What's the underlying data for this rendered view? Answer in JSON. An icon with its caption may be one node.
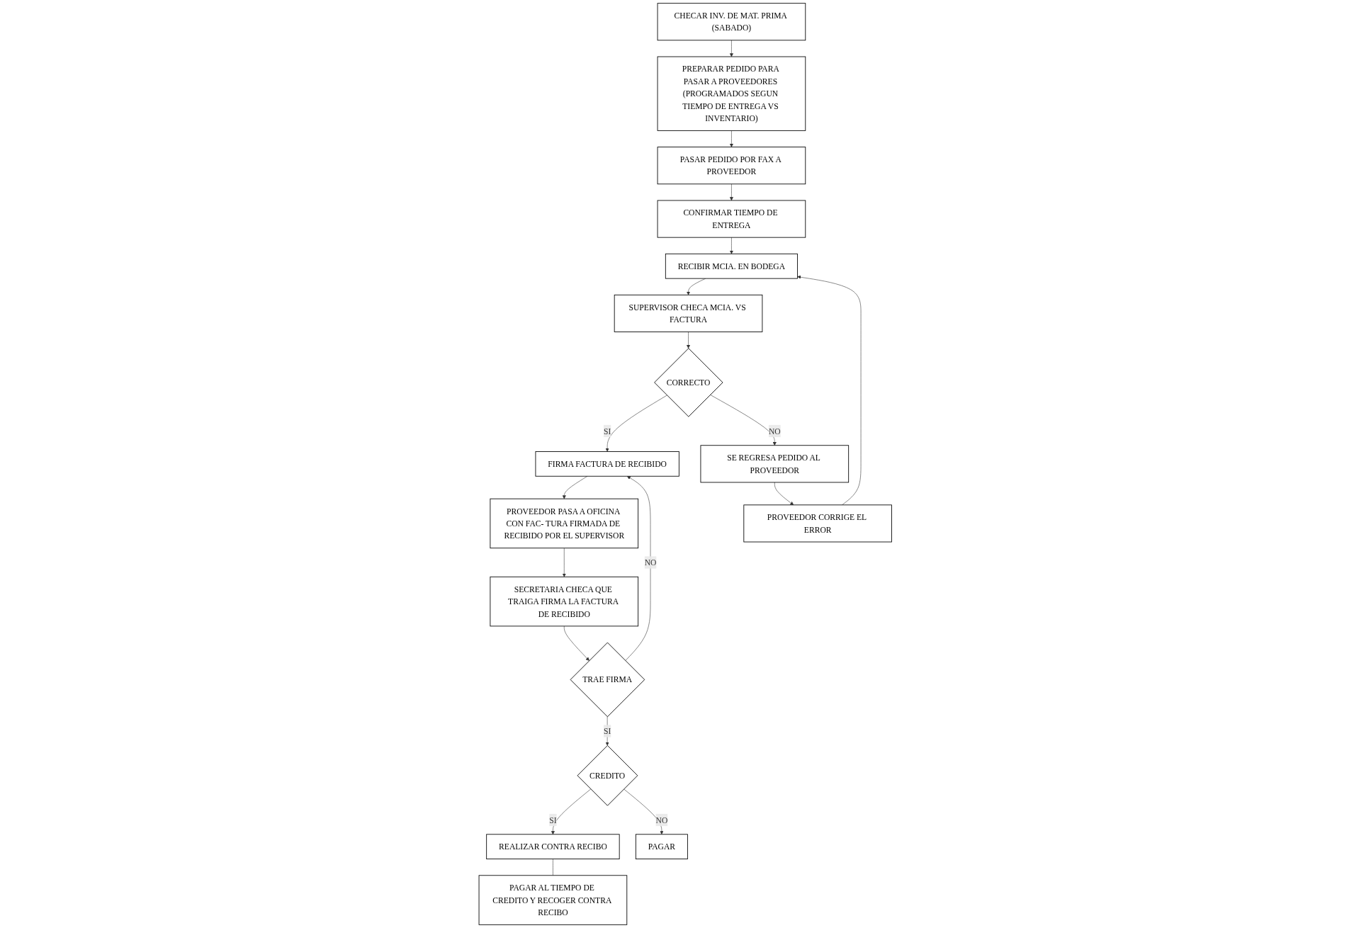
{
  "diagram": {
    "nodes": [
      {
        "text": [
          "CHECAR INV. DE MAT. PRIMA (SABADO)"
        ]
      },
      {
        "text": [
          "PREPARAR PEDIDO PARA PASAR A PROVEEDORES (PROGRAMADOS SEGUN TIEMPO DE ENTREGA VS INVENTARIO)"
        ]
      },
      {
        "text": [
          "PASAR PEDIDO POR FAX A PROVEEDOR"
        ]
      },
      {
        "text": [
          "CONFIRMAR TIEMPO DE ENTREGA"
        ]
      },
      {
        "text": [
          "PROVEEDOR PASA A OFICINA CON FAC- TURA FIRMADA DE RECIBIDO POR EL SUPERVISOR"
        ]
      },
      {
        "text": [
          "FIRMA FACTURA DE RECIBIDO"
        ]
      },
      {
        "text": [
          "CORRECTO"
        ]
      },
      {
        "text": [
          "SUPERVISOR CHECA MCIA. VS FACTURA"
        ]
      },
      {
        "text": [
          "RECIBIR MCIA. EN BODEGA"
        ]
      },
      {
        "text": [
          "SECRETARIA CHECA QUE TRAIGA FIRMA LA FACTURA DE RECIBIDO"
        ]
      },
      {
        "text": [
          "SE REGRESA PEDIDO AL PROVEEDOR"
        ]
      },
      {
        "text": [
          "PROVEEDOR CORRIGE EL ERROR"
        ]
      },
      {
        "text": [
          "TRAE FIRMA"
        ]
      },
      {
        "text": [
          "REALIZAR CONTRA RECIBO"
        ]
      },
      {
        "text": [
          "CREDITO"
        ]
      },
      {
        "text": [
          "PAGAR AL TIEMPO DE CREDITO Y RECOGER CONTRA RECIBO"
        ]
      },
      {
        "text": [
          "PAGAR"
        ]
      }
    ],
    "edges": [
      {
        "from": 0,
        "to": 1,
        "arrow": "to"
      },
      {
        "from": 1,
        "to": 2,
        "arrow": "to"
      },
      {
        "from": 2,
        "to": 3,
        "arrow": "to"
      },
      {
        "from": 3,
        "to": 8,
        "arrow": "to"
      },
      {
        "from": 8,
        "to": 7,
        "arrow": "to"
      },
      {
        "from": 7,
        "to": 6,
        "arrow": "to"
      },
      {
        "from": 6,
        "to": 5,
        "arrow": "to",
        "label": "SI"
      },
      {
        "from": 5,
        "to": 4,
        "arrow": "to"
      },
      {
        "from": 4,
        "to": 9,
        "arrow": "to"
      },
      {
        "from": 9,
        "to": 12,
        "arrow": "to"
      },
      {
        "from": 12,
        "to": 5,
        "arrow": "to",
        "label": "NO"
      },
      {
        "from": 6,
        "to": 10,
        "arrow": "to",
        "label": "NO"
      },
      {
        "from": 10,
        "to": 11,
        "arrow": "to"
      },
      {
        "from": 11,
        "to": 8,
        "arrow": "to"
      },
      {
        "from": 12,
        "to": 14,
        "arrow": "to",
        "label": "SI"
      },
      {
        "from": 14,
        "to": 13,
        "arrow": "to",
        "label": "SI"
      },
      {
        "from": 14,
        "to": 16,
        "arrow": "to",
        "label": "NO"
      },
      {
        "from": 13,
        "to": 15,
        "arrow": "none"
      }
    ]
  }
}
